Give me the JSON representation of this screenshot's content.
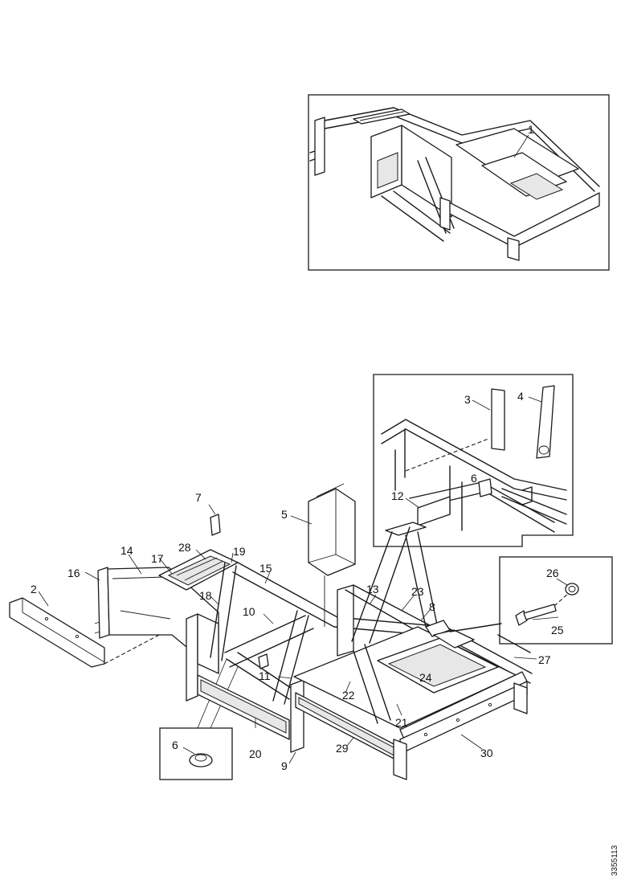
{
  "document_id": "3355113",
  "inset_top": {
    "callout": "1"
  },
  "inset_detail": {
    "callouts": [
      "3",
      "4",
      "6",
      "12"
    ]
  },
  "inset_hardware": {
    "callouts": [
      "26",
      "25"
    ]
  },
  "inset_bottom": {
    "callout": "6"
  },
  "main_callouts": [
    "7",
    "5",
    "2",
    "16",
    "14",
    "17",
    "28",
    "19",
    "15",
    "18",
    "10",
    "13",
    "23",
    "8",
    "27",
    "11",
    "22",
    "24",
    "21",
    "20",
    "9",
    "29",
    "30"
  ]
}
